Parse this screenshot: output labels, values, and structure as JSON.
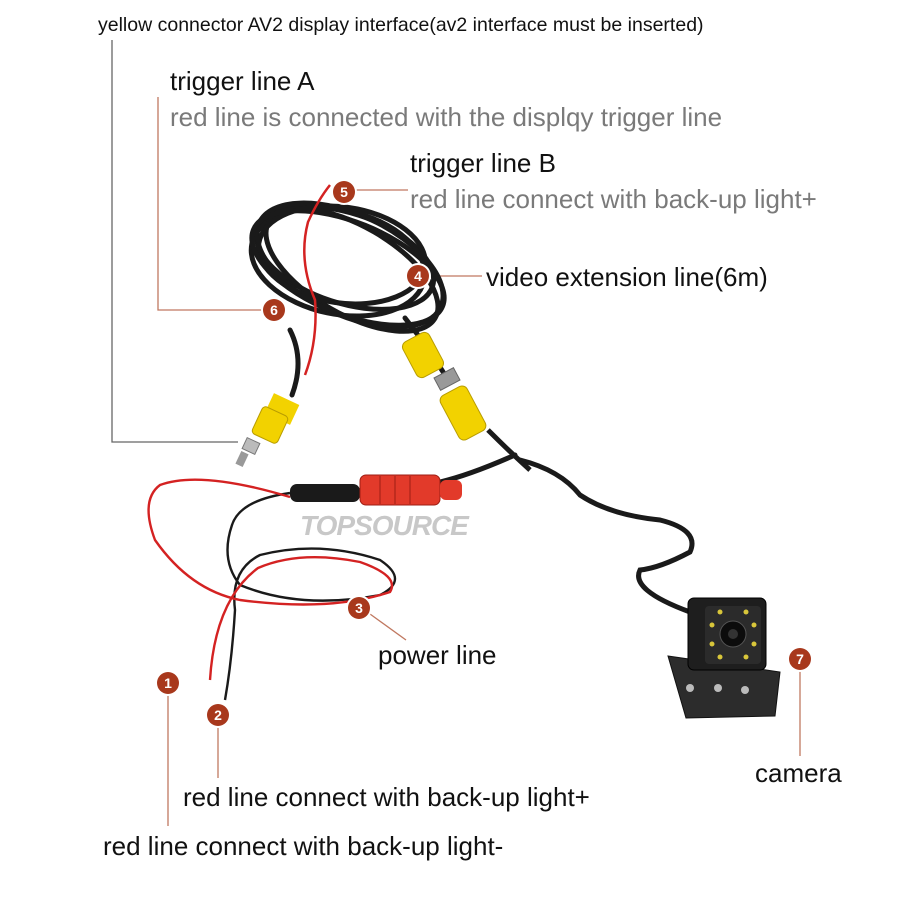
{
  "labels": {
    "top": "yellow connector AV2 display interface(av2 interface must be inserted)",
    "trigger_a_title": "trigger line A",
    "trigger_a_desc": "red line is connected with the displqy trigger line",
    "trigger_b_title": "trigger line B",
    "trigger_b_desc": "red line connect with back-up light+",
    "video_ext": "video extension line(6m)",
    "power": "power line",
    "camera": "camera",
    "red_plus": "red line connect with back-up light+",
    "red_minus": "red line connect with back-up light-"
  },
  "watermark": "TOPSOURCE",
  "badges": {
    "b1": "1",
    "b2": "2",
    "b3": "3",
    "b4": "4",
    "b5": "5",
    "b6": "6",
    "b7": "7"
  },
  "colors": {
    "badge": "#a8381c",
    "leader_line": "#c07860",
    "leader_line_dark": "#555555",
    "red_wire": "#d42222",
    "yellow_connector": "#f2d200"
  }
}
